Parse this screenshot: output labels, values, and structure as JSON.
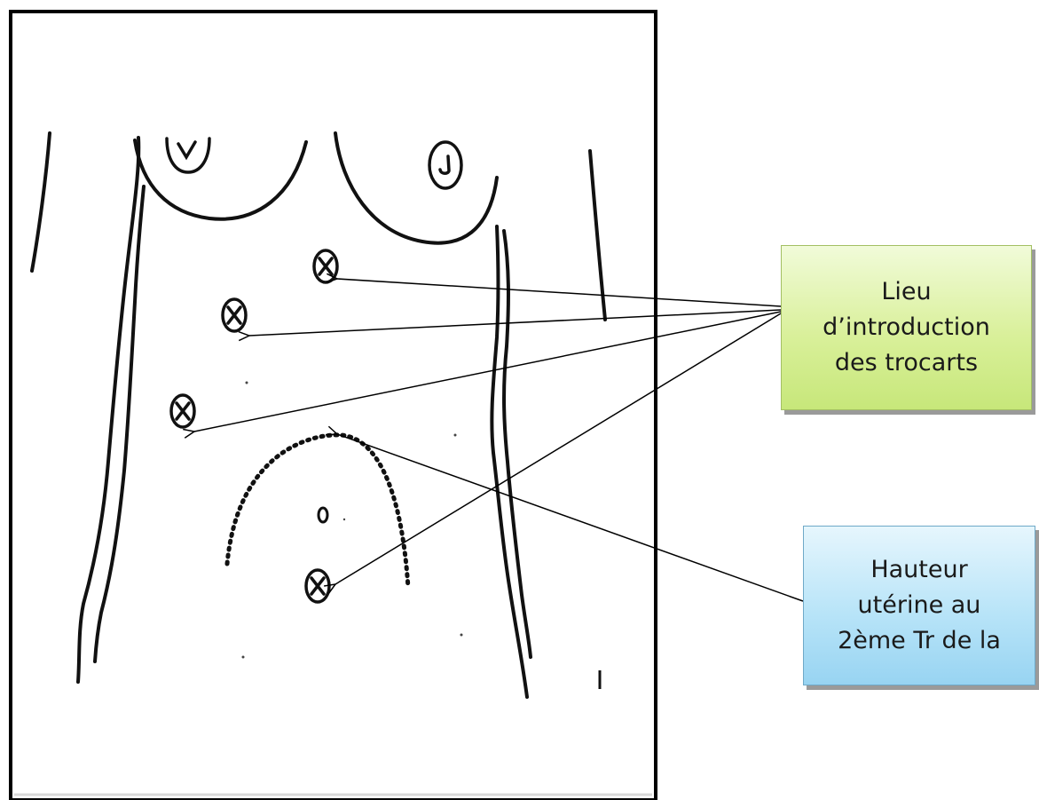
{
  "callouts": {
    "trocarts": {
      "text": "Lieu\nd’introduction\ndes trocarts",
      "color": "#d9f09a"
    },
    "uterine": {
      "text": "Hauteur\nutérine au\n2ème Tr de la",
      "color": "#b8e4f8"
    }
  },
  "figure": {
    "subject": "anterior-abdomen-line-drawing",
    "trocart_marker_count": 4,
    "icons": [
      "trocart-marker-icon",
      "umbilicus-icon",
      "nipple-icon"
    ]
  }
}
